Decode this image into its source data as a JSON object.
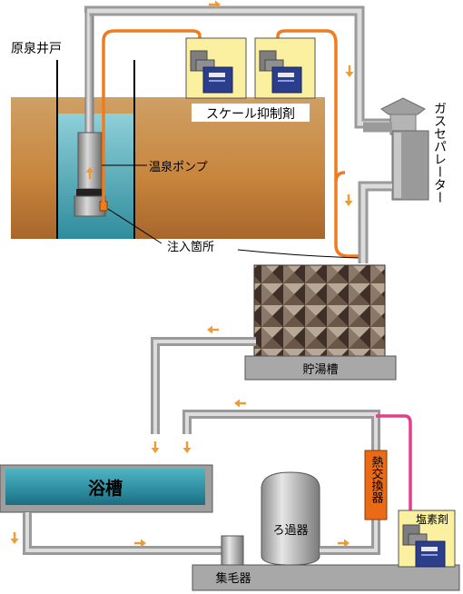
{
  "labels": {
    "well": "原泉井戸",
    "scale_inhibitor": "スケール抑制剤",
    "hot_spring_pump": "温泉ポンプ",
    "injection_point": "注入箇所",
    "gas_separator": "ガスセパレーター",
    "storage_tank": "貯湯槽",
    "bath_tub": "浴槽",
    "filter": "ろ過器",
    "heat_exchanger": "熱交換器",
    "chlorine_agent": "塩素剤",
    "hair_catcher": "集毛器"
  },
  "colors": {
    "pipe_gray": "#b8b8b8",
    "injection_line_orange": "#f07c1e",
    "chlorine_line_pink": "#e0408c",
    "ground_brown": "#c88a48",
    "water_teal": "#5fb7c4",
    "dosing_box_yellow": "#fbf0a0",
    "pump_blue": "#2a3e8c",
    "heat_exchanger_orange": "#e96a17",
    "flow_arrow_orange": "#f39a2e"
  },
  "icons": [
    "flow-arrow",
    "dosing-pump-icon"
  ]
}
